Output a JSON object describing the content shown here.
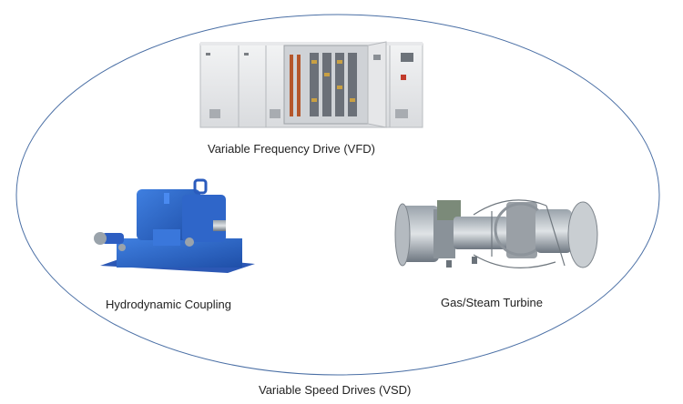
{
  "diagram": {
    "outer_label": "Variable Speed Drives (VSD)",
    "outline_color": "#4a6fa5",
    "components": [
      {
        "label": "Variable Frequency Drive (VFD)",
        "picture": "electrical-cabinet-image"
      },
      {
        "label": "Hydrodynamic Coupling",
        "picture": "blue-gearbox-image"
      },
      {
        "label": "Gas/Steam Turbine",
        "picture": "turbine-image"
      }
    ]
  }
}
